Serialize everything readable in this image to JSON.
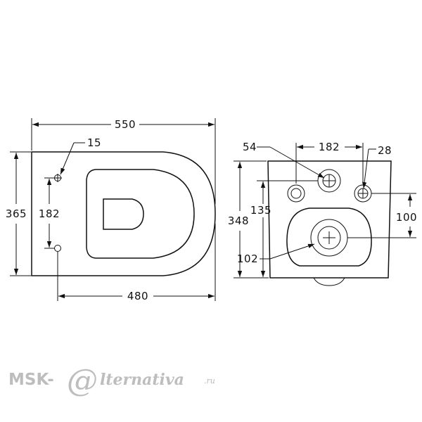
{
  "top_view": {
    "overall_length": "550",
    "overall_width": "365",
    "bolt_hole_diameter": "15",
    "bolt_hole_spacing": "182",
    "wall_to_front": "480"
  },
  "rear_view": {
    "inlet_diameter": "54",
    "fixing_spacing": "182",
    "fixing_hole_diameter": "28",
    "height": "348",
    "fixing_height": "135",
    "outlet_height": "100",
    "outlet_diameter": "102"
  },
  "watermark": {
    "prefix": "MSK-",
    "at_symbol": "@",
    "script": "lternativa",
    "suffix": ".ru"
  },
  "colors": {
    "line": "#111111",
    "watermark": "#bdbdbd"
  }
}
